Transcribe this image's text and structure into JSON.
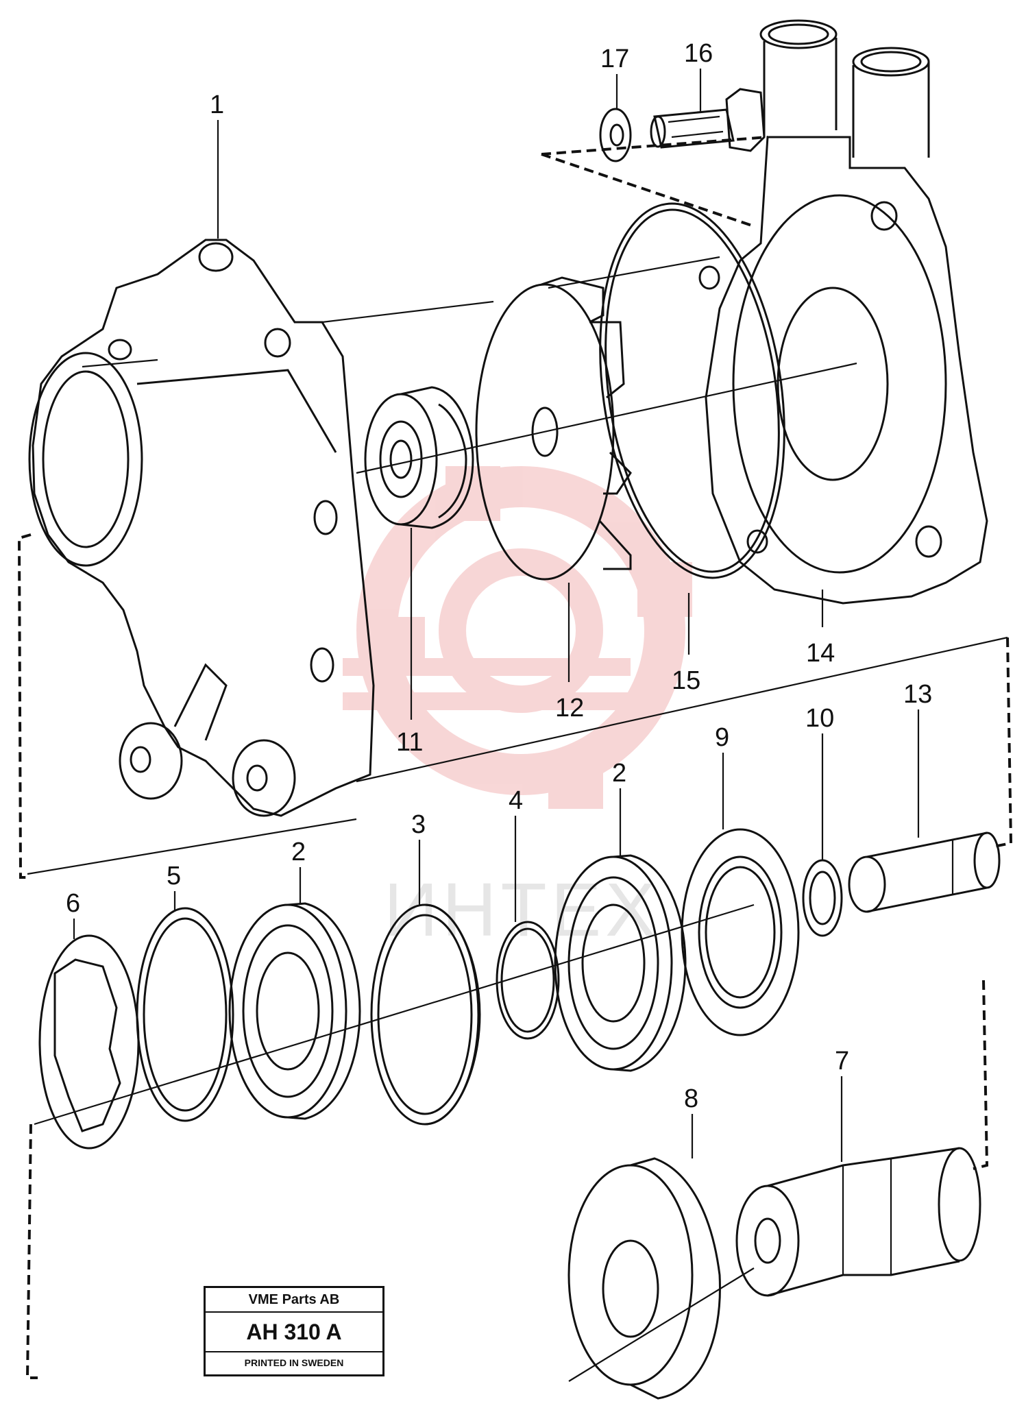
{
  "callouts": [
    {
      "id": "1",
      "label": "1"
    },
    {
      "id": "2a",
      "label": "2"
    },
    {
      "id": "2b",
      "label": "2"
    },
    {
      "id": "3",
      "label": "3"
    },
    {
      "id": "4",
      "label": "4"
    },
    {
      "id": "5",
      "label": "5"
    },
    {
      "id": "6",
      "label": "6"
    },
    {
      "id": "7",
      "label": "7"
    },
    {
      "id": "8",
      "label": "8"
    },
    {
      "id": "9",
      "label": "9"
    },
    {
      "id": "10",
      "label": "10"
    },
    {
      "id": "11",
      "label": "11"
    },
    {
      "id": "12",
      "label": "12"
    },
    {
      "id": "13",
      "label": "13"
    },
    {
      "id": "14",
      "label": "14"
    },
    {
      "id": "15",
      "label": "15"
    },
    {
      "id": "16",
      "label": "16"
    },
    {
      "id": "17",
      "label": "17"
    }
  ],
  "watermark": {
    "text": "ИНТЕХ",
    "color": "#f2b6b6"
  },
  "title_block": {
    "company": "VME Parts AB",
    "code": "AH 310 A",
    "printed": "PRINTED IN SWEDEN"
  }
}
